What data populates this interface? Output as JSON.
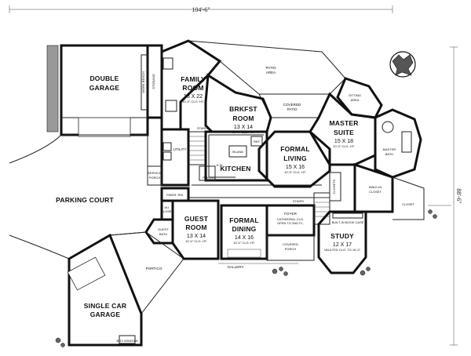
{
  "dimensions": {
    "width_label": "104'-6\"",
    "depth_label": "88'-6\""
  },
  "rooms": {
    "double_garage": {
      "name1": "DOUBLE",
      "name2": "GARAGE"
    },
    "family_room": {
      "name1": "FAMILY",
      "name2": "ROOM",
      "size": "18 X 22",
      "ceiling": "10'-0\" CLG. HT."
    },
    "patio_area": {
      "name1": "PATIO",
      "name2": "AREA"
    },
    "brkfst_room": {
      "name1": "BRKFST",
      "name2": "ROOM",
      "size": "13 X 14",
      "ceiling": "10'-0\" CLG. HT."
    },
    "covered_patio": {
      "name1": "COVERED",
      "name2": "PATIO"
    },
    "sitting_area": {
      "name1": "SITTING",
      "name2": "AREA"
    },
    "master_suite": {
      "name1": "MASTER",
      "name2": "SUITE",
      "size": "15 X 18",
      "ceiling": "10'-0\" CLG. HT."
    },
    "master_bath": {
      "name1": "MASTER",
      "name2": "BATH"
    },
    "formal_living": {
      "name1": "FORMAL",
      "name2": "LIVING",
      "size": "15 X 16",
      "ceiling": "10'-0\" CLG. HT."
    },
    "kitchen": {
      "name": "KITCHEN"
    },
    "pantry": {
      "name": "PANTRY"
    },
    "utility": {
      "name": "UTILITY"
    },
    "service_porch": {
      "name1": "SERVICE",
      "name2": "PORCH"
    },
    "pwdr_rm": {
      "name": "PWDR. RM."
    },
    "wi_closet": {
      "name1": "W.I.",
      "name2": "CLOSET"
    },
    "guest_bath": {
      "name1": "GUEST",
      "name2": "BATH"
    },
    "guest_room": {
      "name1": "GUEST",
      "name2": "ROOM",
      "size": "13 X 14",
      "ceiling": "10'-0\" CLG. HT."
    },
    "formal_dining": {
      "name1": "FORMAL",
      "name2": "DINING",
      "size": "14 X 16",
      "ceiling": "10'-0\" CLG. HT."
    },
    "foyer": {
      "name": "FOYER",
      "note1": "CATHEDRAL CLG.",
      "note2": "OPEN TO 2ND FL."
    },
    "covered_porch": {
      "name1": "COVERED",
      "name2": "PORCH"
    },
    "study": {
      "name": "STUDY",
      "size": "12 X 17",
      "ceiling": "VAULTED CLG. TO 16'-0\""
    },
    "built_in_bookcase": {
      "text": "BUILT-IN BOOK CASE"
    },
    "walk_in_closet": {
      "name1": "WALK-IN",
      "name2": "CLOSET"
    },
    "gallery": {
      "name": "GALLERY"
    },
    "portico": {
      "name": "PORTICO"
    },
    "parking_court": {
      "name": "PARKING COURT"
    },
    "single_car_garage": {
      "name1": "SINGLE CAR",
      "name2": "GARAGE"
    },
    "box_window": {
      "text": "BOX WINDOW"
    },
    "stairs_1": {
      "name": "STAIRS"
    },
    "stairs_2": {
      "name": "STAIRS"
    },
    "closets": {
      "name": "CLOSETS"
    },
    "closet": {
      "name": "CLOSET"
    },
    "island": {
      "name": "ISLAND"
    },
    "work_bench": {
      "text": "WORK BENCH"
    },
    "storage": {
      "text": "STORAGE"
    },
    "ref": {
      "text": "REF"
    },
    "dw": {
      "text": "D.W."
    }
  }
}
